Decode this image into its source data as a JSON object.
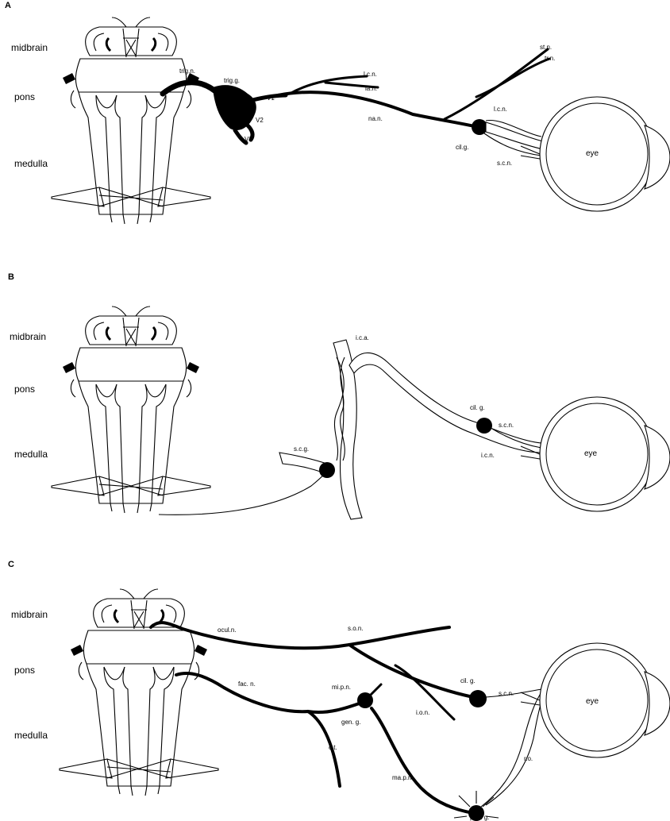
{
  "panels": [
    {
      "letter": "A",
      "regions": [
        "midbrain",
        "pons",
        "medulla"
      ],
      "labels": {
        "trig_n": "trig.n.",
        "trig_g": "trig.g.",
        "v1": "V1",
        "v2": "V2",
        "v3": "V3",
        "lc_n": "l.c.n.",
        "la_n": "la.n.",
        "na_n": "na.n.",
        "st_n": "st.n.",
        "tr_n": "tr.n.",
        "lcn2": "l.c.n.",
        "cil_g": "cil.g.",
        "scn": "s.c.n.",
        "eye": "eye"
      }
    },
    {
      "letter": "B",
      "regions": [
        "midbrain",
        "pons",
        "medulla"
      ],
      "labels": {
        "ica": "i.c.a.",
        "scg": "s.c.g.",
        "cil_g": "cil. g.",
        "scn": "s.c.n.",
        "icn": "i.c.n.",
        "eye": "eye"
      }
    },
    {
      "letter": "C",
      "regions": [
        "midbrain",
        "pons",
        "medulla"
      ],
      "labels": {
        "ocul_n": "ocul.n.",
        "son": "s.o.n.",
        "fac_n": "fac. n.",
        "mi_p_n": "mi.p.n.",
        "gen_g": "gen. g.",
        "ct": "c.t.",
        "ion": "i.o.n.",
        "cil_g": "cil. g.",
        "scn": "s.c.n.",
        "ma_p_n": "ma.p.n.",
        "ro": "r.o.",
        "pter_g": "pter. g.",
        "eye": "eye"
      }
    }
  ]
}
